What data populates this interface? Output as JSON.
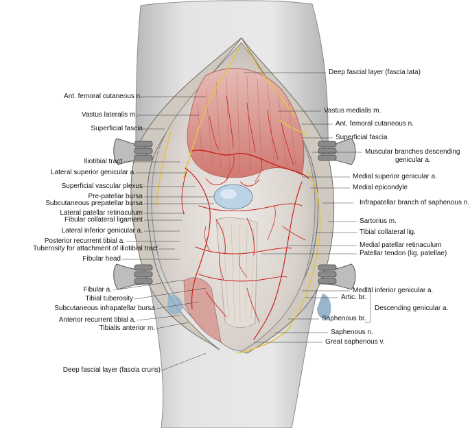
{
  "labels_left": {
    "ant_femoral_cutaneous": "Ant. femoral cutaneous n.",
    "vastus_lateralis": "Vastus lateralis m.",
    "superficial_fascia": "Superficial fascia",
    "iliotibial_tract": "Iliotibial tract",
    "lateral_superior_genicular": "Lateral superior genicular a.",
    "superficial_vascular_plexus": "Superficial vascular plexus",
    "pre_patellar_bursa": "Pre-patellar bursa",
    "subcutaneous_prepatellar_bursa": "Subcutaneous prepatellar bursa",
    "lateral_patellar_retinaculum": "Lateral patellar retinaculum",
    "fibular_collateral_ligament": "Fibular collateral ligament",
    "lateral_inferior_genicular": "Lateral inferior genicular a.",
    "posterior_recurrent_tibial": "Posterior recurrent tibial a.",
    "tuberosity_iliotibial": "Tuberosity for attachment of iliotibial tract",
    "fibular_head": "Fibular head",
    "fibular_a": "Fibular a.",
    "tibial_tuberosity": "Tibial tuberosity",
    "subcutaneous_infrapatellar_bursa": "Subcutaneous infrapatellar bursa",
    "anterior_recurrent_tibial": "Anterior recurrent tibial a.",
    "tibialis_anterior": "Tibialis anterior m.",
    "deep_fascial_cruris": "Deep fascial layer (fascia cruris)"
  },
  "labels_right": {
    "deep_fascial_lata": "Deep fascial layer (fascia lata)",
    "vastus_medialis": "Vastus medialis m.",
    "ant_femoral_cutaneous_r": "Ant. femoral cutaneous n.",
    "superficial_fascia_r": "Superficial fascia",
    "muscular_branches_line1": "Muscular branches descending",
    "muscular_branches_line2": "genicular a.",
    "medial_superior_genicular": "Medial superior genicular a.",
    "medial_epicondyle": "Medial epicondyle",
    "infrapatellar_branch": "Infrapatellar branch of saphenous n.",
    "sartorius": "Sartorius m.",
    "tibial_collateral": "Tibial collateral lig.",
    "medial_patellar_retinaculum": "Medial patellar retinaculum",
    "patellar_tendon": "Patellar tendon (lig. patellae)",
    "medial_inferior_genicular": "Medial inferior genicular a.",
    "artic_br": "Artic. br.",
    "descending_genicular": "Descending  genicular a.",
    "saphenous_br": "Saphenous br.",
    "saphenous_n": "Saphenous n.",
    "great_saphenous": "Great saphenous v."
  },
  "colors": {
    "artery": "#c8201a",
    "muscle": "#d9857f",
    "skin": "#d4d4d4",
    "fascia": "#e6e2da",
    "nerve": "#e6c24a",
    "bursa": "#bcd3e6"
  }
}
